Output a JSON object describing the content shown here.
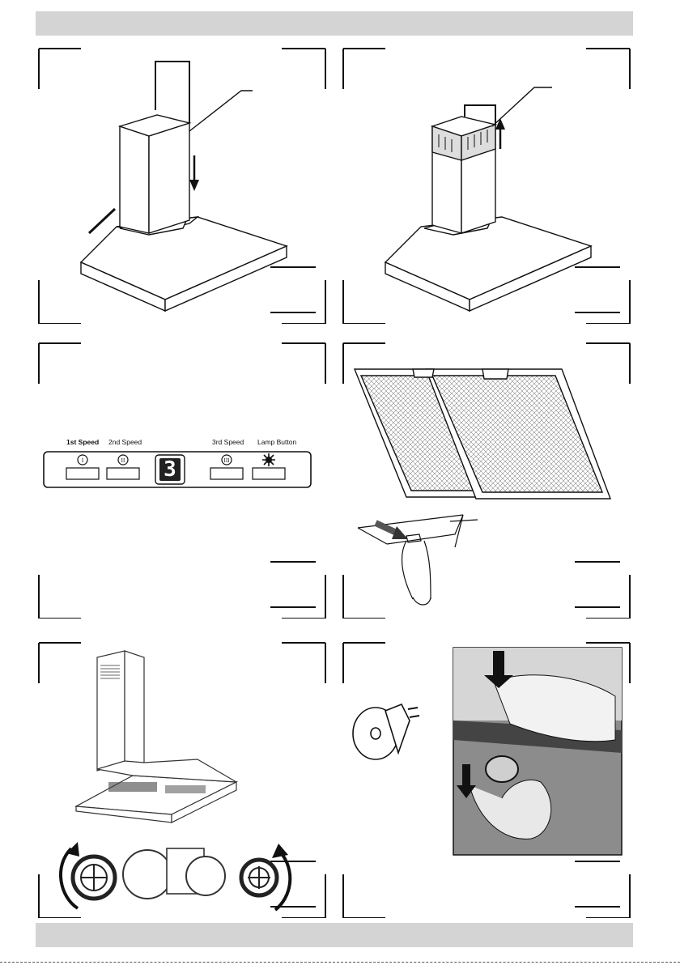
{
  "page": {
    "header_band": "",
    "footer_band": ""
  },
  "control_panel": {
    "labels": [
      "1st Speed",
      "2nd Speed",
      "3rd Speed",
      "Lamp Button"
    ],
    "button_symbols": [
      "I",
      "II",
      "III"
    ],
    "display_value": "3"
  },
  "figures": [
    "chimney-install-down-arrow",
    "chimney-extend-up-arrow",
    "control-panel",
    "grease-filters",
    "motor-fan-removal",
    "lamp-replacement"
  ],
  "colors": {
    "band": "#d4d4d4",
    "line": "#111111",
    "display": "#222222"
  }
}
